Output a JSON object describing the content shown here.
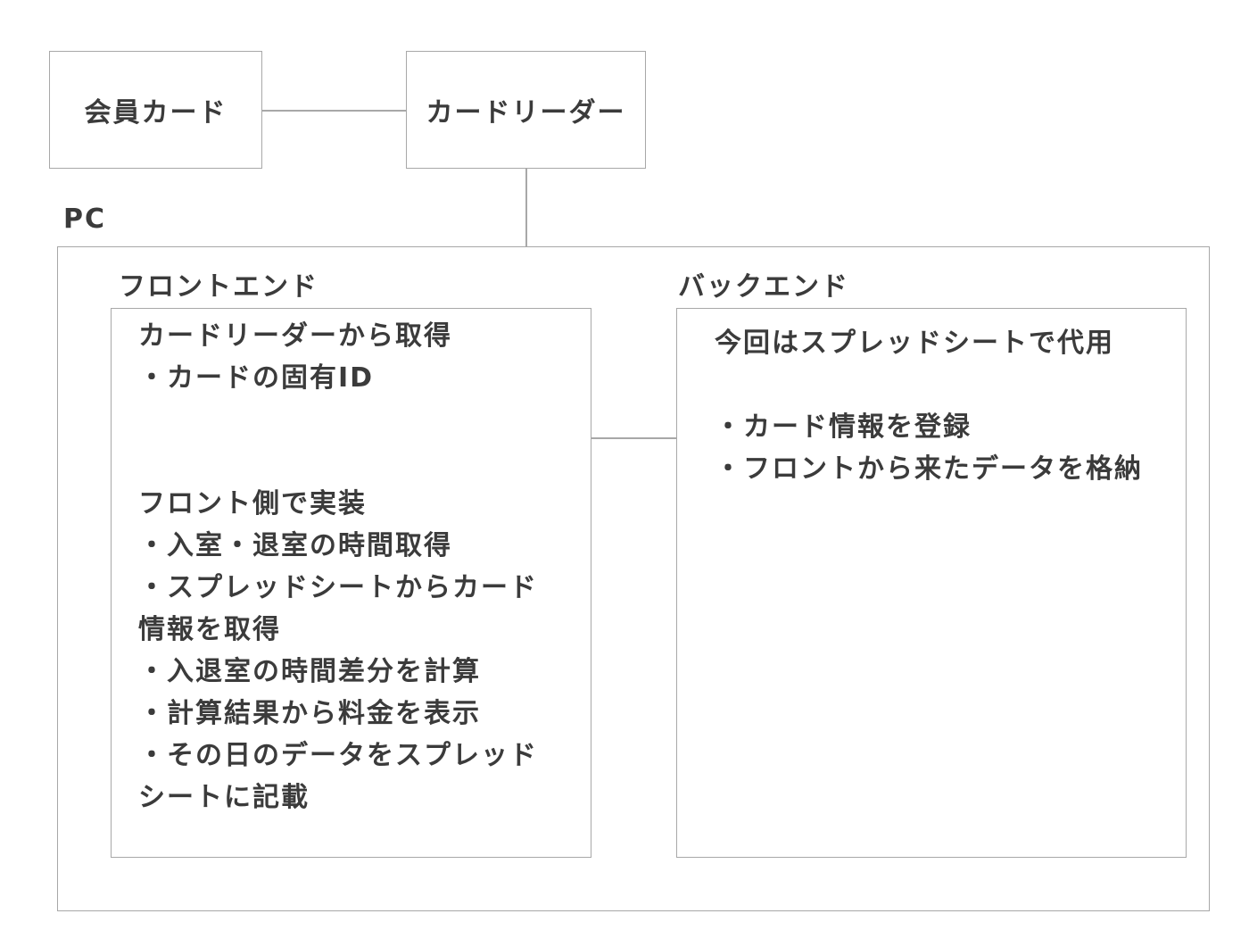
{
  "member_card": {
    "label": "会員カード"
  },
  "card_reader": {
    "label": "カードリーダー"
  },
  "pc": {
    "label": "PC",
    "frontend": {
      "title": "フロントエンド",
      "lines": [
        "カードリーダーから取得",
        "・カードの固有ID",
        "",
        "",
        "フロント側で実装",
        "・入室・退室の時間取得",
        "・スプレッドシートからカード",
        "情報を取得",
        "・入退室の時間差分を計算",
        "・計算結果から料金を表示",
        "・その日のデータをスプレッド",
        "シートに記載"
      ]
    },
    "backend": {
      "title": "バックエンド",
      "lines": [
        "今回はスプレッドシートで代用",
        "",
        "・カード情報を登録",
        "・フロントから来たデータを格納"
      ]
    }
  }
}
